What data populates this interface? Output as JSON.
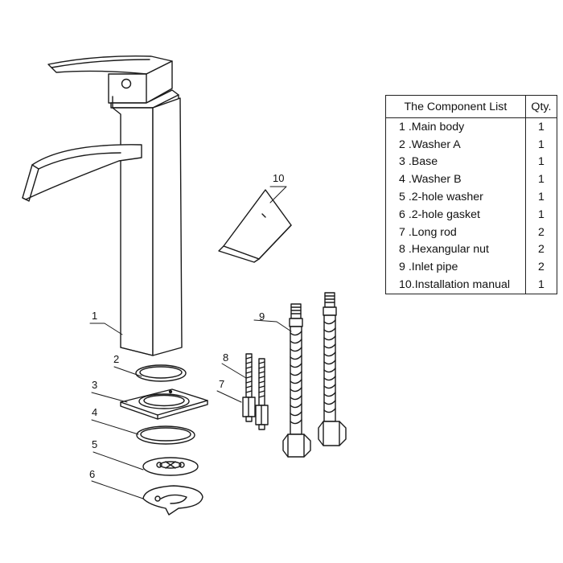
{
  "callouts": [
    "1",
    "2",
    "3",
    "4",
    "5",
    "6",
    "7",
    "8",
    "9",
    "10"
  ],
  "component_table": {
    "header_name": "The Component List",
    "header_qty": "Qty.",
    "rows": [
      {
        "name": "1 .Main body",
        "qty": "1"
      },
      {
        "name": "2 .Washer A",
        "qty": "1"
      },
      {
        "name": "3 .Base",
        "qty": "1"
      },
      {
        "name": "4 .Washer B",
        "qty": "1"
      },
      {
        "name": "5 .2-hole washer",
        "qty": "1"
      },
      {
        "name": "6 .2-hole gasket",
        "qty": "1"
      },
      {
        "name": "7 .Long rod",
        "qty": "2"
      },
      {
        "name": "8 .Hexangular nut",
        "qty": "2"
      },
      {
        "name": "9 .Inlet pipe",
        "qty": "2"
      },
      {
        "name": "10.Installation manual",
        "qty": "1"
      }
    ]
  }
}
